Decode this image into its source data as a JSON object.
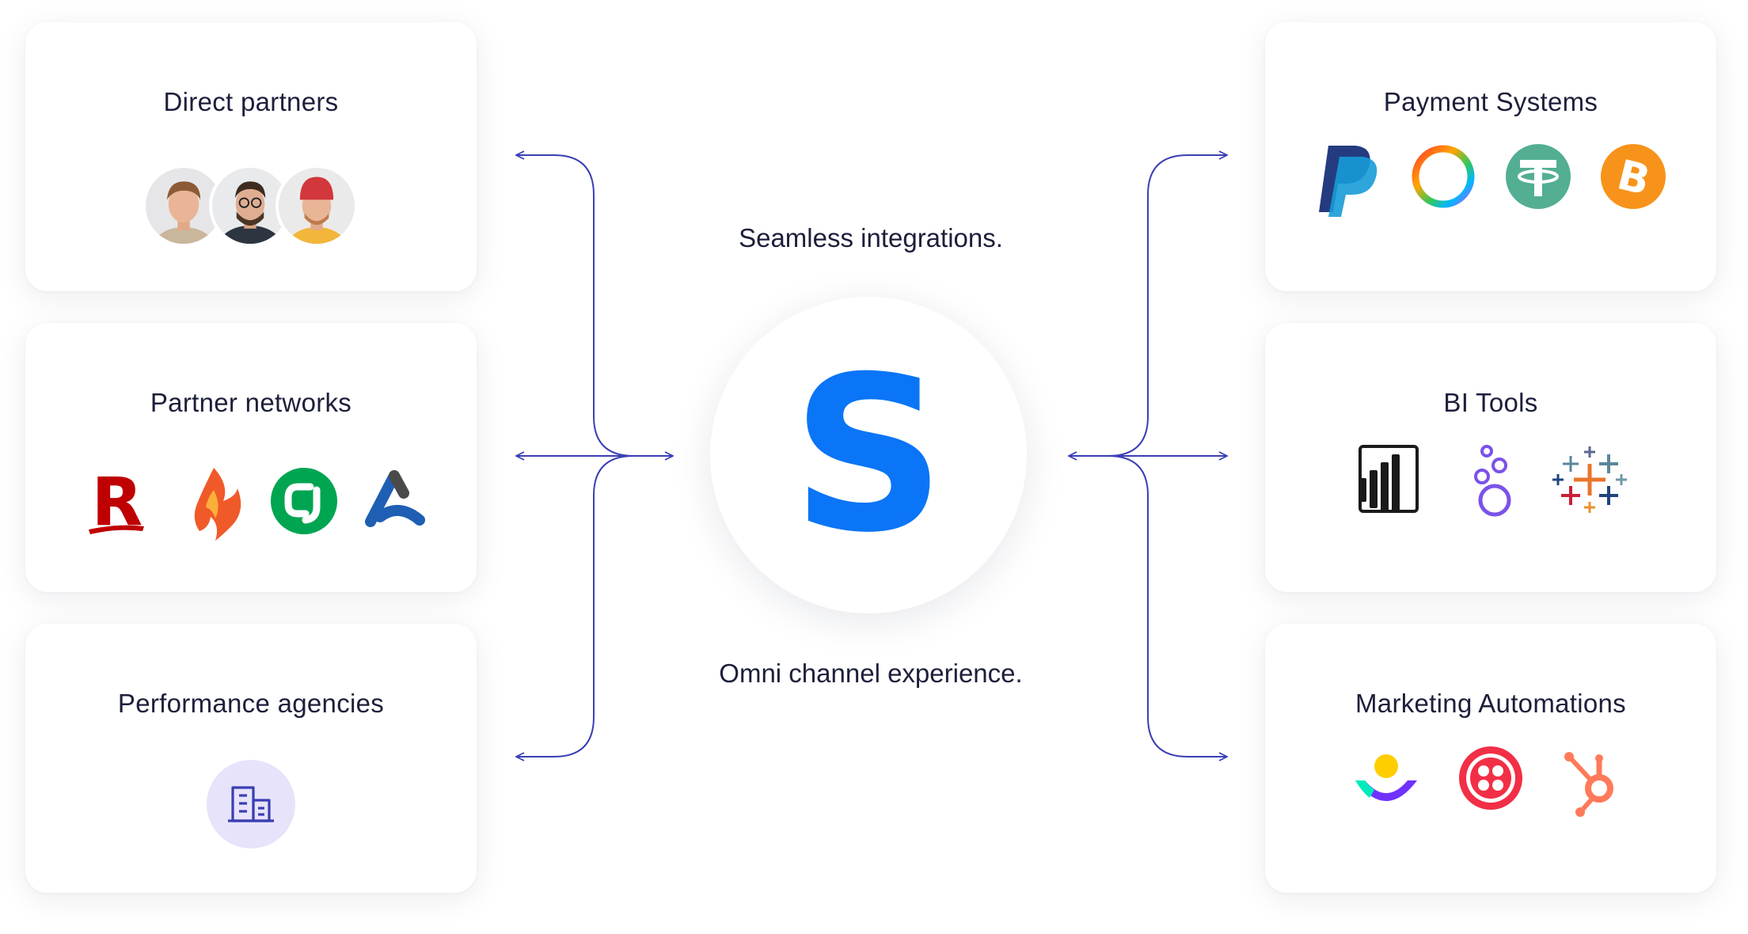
{
  "center": {
    "top_text": "Seamless integrations.",
    "bottom_text": "Omni channel experience.",
    "logo_letter": "S",
    "logo_color": "#0a75f6"
  },
  "left_cards": [
    {
      "title": "Direct partners",
      "icons": [
        "partner-avatar-1",
        "partner-avatar-2",
        "partner-avatar-3"
      ]
    },
    {
      "title": "Partner networks",
      "icons": [
        "rakuten-icon",
        "flame-network-icon",
        "cj-icon",
        "awin-icon"
      ]
    },
    {
      "title": "Performance agencies",
      "icons": [
        "building-icon"
      ]
    }
  ],
  "right_cards": [
    {
      "title": "Payment Systems",
      "icons": [
        "paypal-icon",
        "ring-wallet-icon",
        "tether-icon",
        "bitcoin-icon"
      ]
    },
    {
      "title": "BI Tools",
      "icons": [
        "power-bi-icon",
        "looker-icon",
        "tableau-icon"
      ]
    },
    {
      "title": "Marketing Automations",
      "icons": [
        "customer-io-icon",
        "twilio-icon",
        "hubspot-icon"
      ]
    }
  ],
  "colors": {
    "connector": "#3a3fb5",
    "accent": "#0a75f6"
  }
}
